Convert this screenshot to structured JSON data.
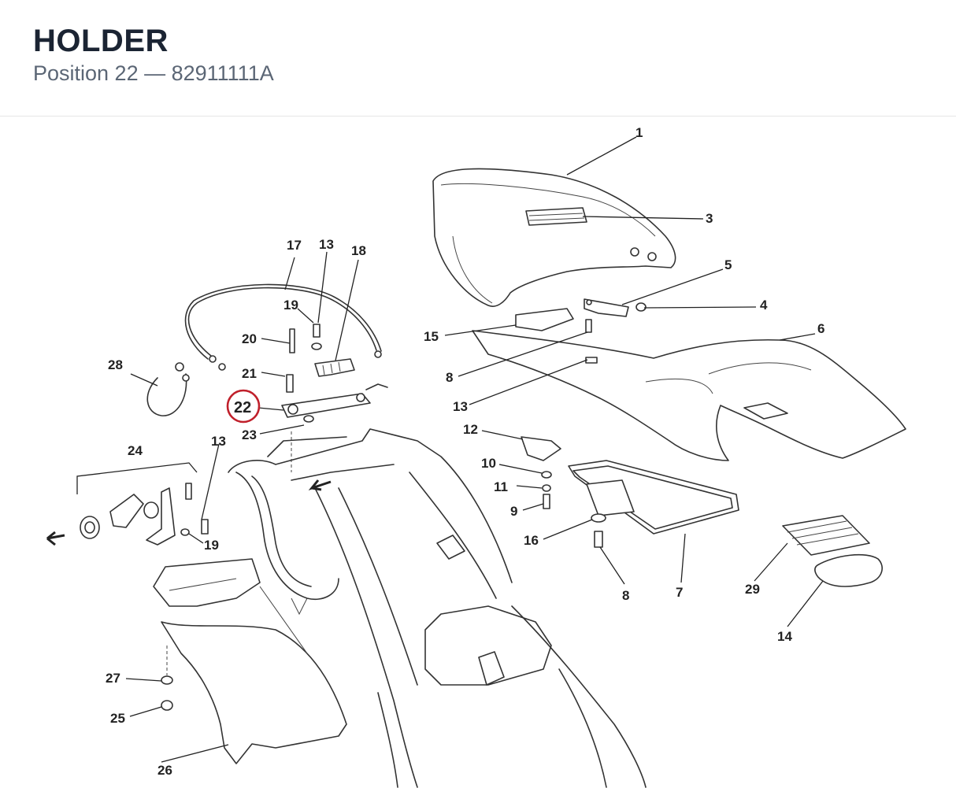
{
  "header": {
    "title": "HOLDER",
    "subtitle": "Position 22 — 82911111A"
  },
  "diagram": {
    "highlight_color": "#c0202b",
    "highlighted_label": "22",
    "labels": {
      "l1": "1",
      "l3": "3",
      "l5": "5",
      "l4": "4",
      "l6": "6",
      "l15": "15",
      "l8a": "8",
      "l13a": "13",
      "l17": "17",
      "l13b": "13",
      "l18": "18",
      "l19a": "19",
      "l20": "20",
      "l21": "21",
      "l22": "22",
      "l23": "23",
      "l28": "28",
      "l24": "24",
      "l13c": "13",
      "l19b": "19",
      "l12": "12",
      "l10": "10",
      "l11": "11",
      "l9": "9",
      "l16": "16",
      "l8b": "8",
      "l7": "7",
      "l29": "29",
      "l14": "14",
      "l27": "27",
      "l25": "25",
      "l26": "26"
    }
  }
}
